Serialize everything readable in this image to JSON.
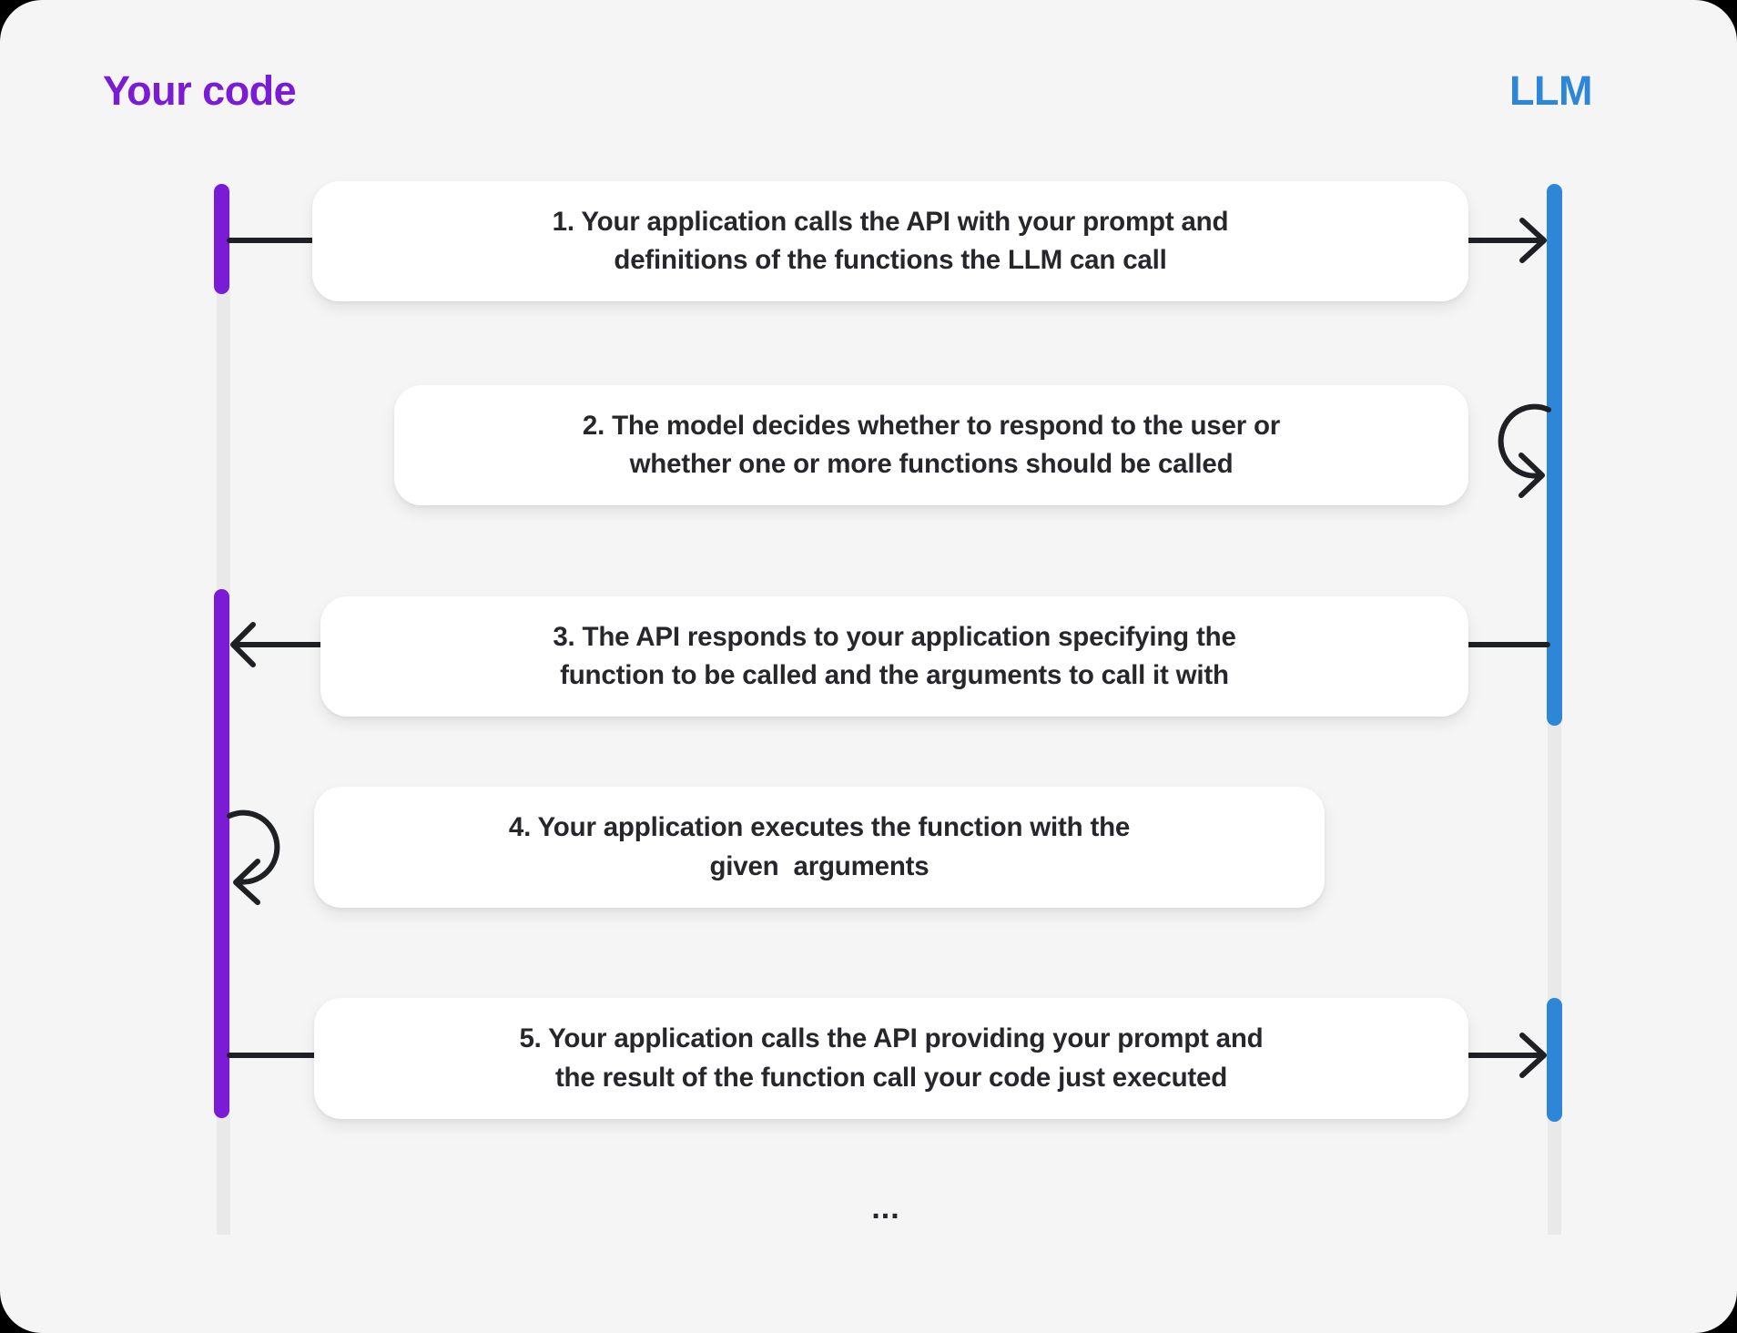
{
  "diagram": {
    "actors": {
      "left": {
        "label": "Your code",
        "color": "#7a1bd5"
      },
      "right": {
        "label": "LLM",
        "color": "#2e86d9"
      }
    },
    "steps": [
      {
        "label": "1. Your application calls the API with your prompt and\ndefinitions of the functions the LLM can call"
      },
      {
        "label": "2. The model decides whether to respond to the user or\nwhether one or more functions should be called"
      },
      {
        "label": "3. The API responds to your application specifying the\nfunction to be called and the arguments to call it with"
      },
      {
        "label": "4. Your application executes the function with the\ngiven  arguments"
      },
      {
        "label": "5. Your application calls the API providing your prompt and\nthe result of the function call your code just executed"
      }
    ],
    "ellipsis": "...",
    "colors": {
      "page_background": "#000000",
      "card_background": "#f5f5f6",
      "lifeline": "#e9e9ea",
      "purple": "#7a1bd5",
      "blue": "#2e86d9",
      "arrow": "#1f2023",
      "box_background": "#ffffff",
      "box_text": "#27272b"
    }
  }
}
